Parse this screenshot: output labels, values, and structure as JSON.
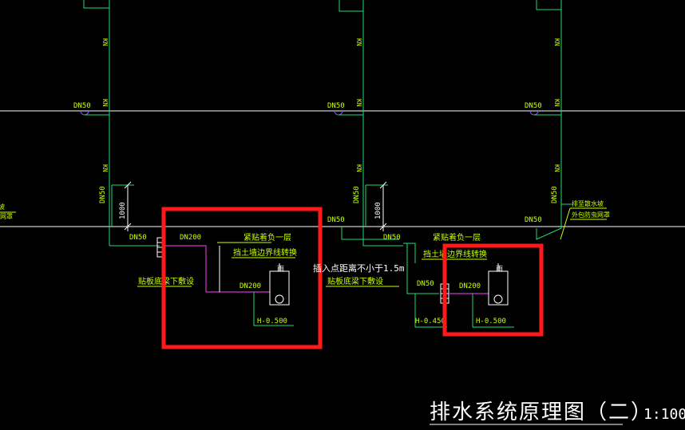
{
  "labels": {
    "dn50": "DN50",
    "dn200": "DN200",
    "kn": "KN",
    "dim_1000": "1000",
    "h_0500": "H-0.500",
    "h_0450": "H-0.450",
    "rain": "雨",
    "note_tight": "紧贴着负一层",
    "note_wall": "挡土墙边界线转换",
    "note_wall_b": "挡土墙边界线转换",
    "note_slab": "贴板底梁下敷设",
    "note_slab_b": "贴板底梁下敷设",
    "note_insert": "插入点距离不小于1.5m",
    "note_right_a": "排至散水坡",
    "note_right_b": "外包防虫网罩",
    "left_edge_a": "坡",
    "left_edge_b": "网罩",
    "title": "排水系统原理图（二）",
    "scale": "1:100"
  },
  "colors": {
    "background": "#000000",
    "pipe": "#22dd77",
    "text": "#c8ff00",
    "magenta": "#cc33cc",
    "white": "#ffffff",
    "highlight": "#ff1a1a",
    "hub": "#8a4dff"
  }
}
